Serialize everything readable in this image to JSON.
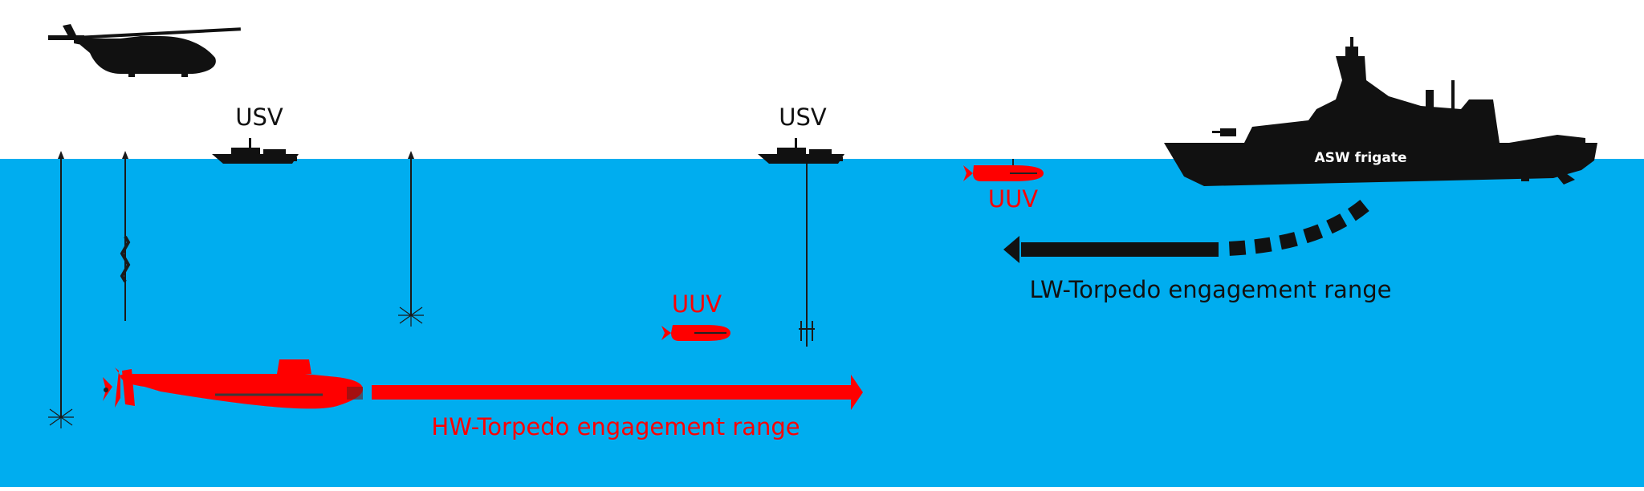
{
  "labels": {
    "usv_left": "USV",
    "usv_right": "USV",
    "uuv_surface": "UUV",
    "uuv_deep": "UUV",
    "frigate": "ASW frigate",
    "lw_torpedo": "LW-Torpedo engagement range",
    "hw_torpedo": "HW-Torpedo engagement range"
  },
  "colors": {
    "sky": "#ffffff",
    "sea": "#00adef",
    "threat": "#ff0000",
    "friendly": "#111111"
  },
  "icons": [
    "helicopter-icon",
    "usv-boat-icon",
    "frigate-icon",
    "submarine-icon",
    "uuv-icon",
    "sonobuoy-icon"
  ]
}
